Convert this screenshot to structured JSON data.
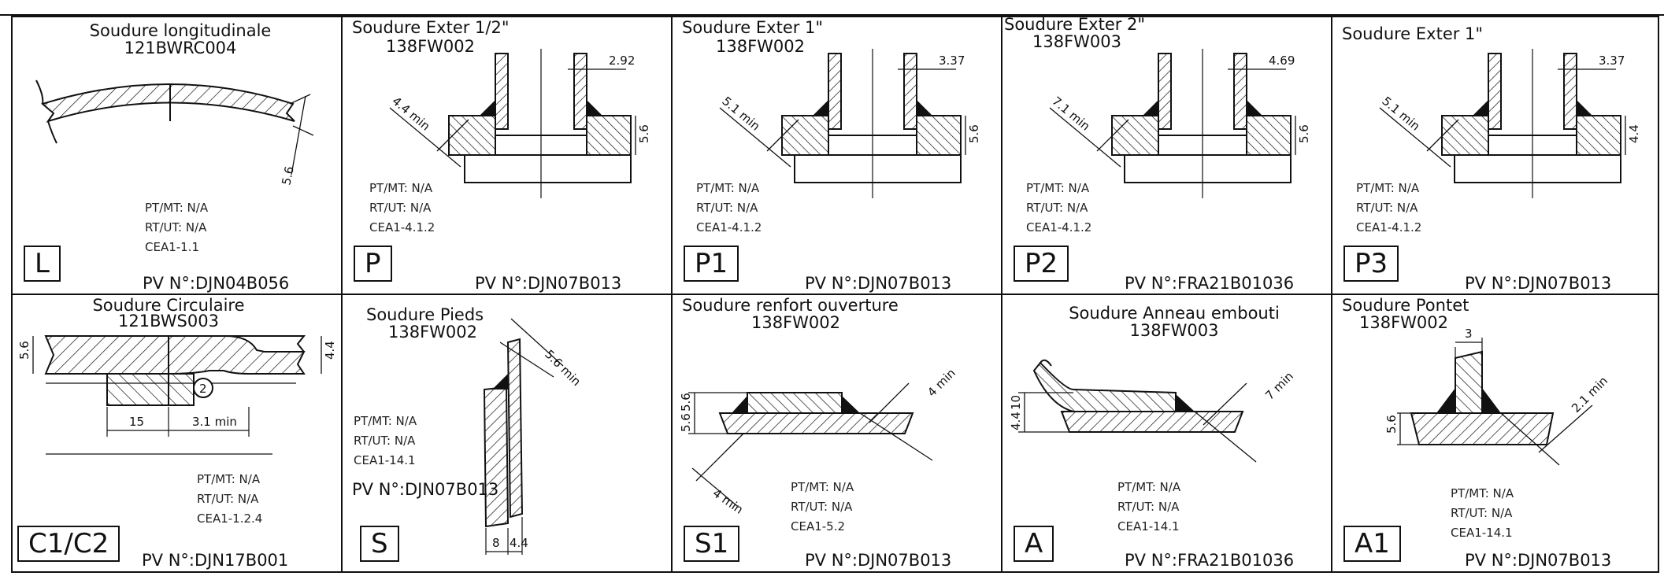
{
  "cells": [
    {
      "key": "L",
      "title": [
        "Soudure longitudinale",
        "121BWRC004"
      ],
      "inspection": [
        "PT/MT: N/A",
        "RT/UT: N/A",
        "CEA1-1.1"
      ],
      "code": "L",
      "pv": "PV N°:DJN04B056",
      "dims": [
        "5.6"
      ]
    },
    {
      "key": "P",
      "title": [
        "Soudure Exter 1/2\"",
        "138FW002"
      ],
      "inspection": [
        "PT/MT: N/A",
        "RT/UT: N/A",
        "CEA1-4.1.2"
      ],
      "code": "P",
      "pv": "PV N°:DJN07B013",
      "dims": [
        "2.92",
        "4.4 min",
        "5.6"
      ]
    },
    {
      "key": "P1",
      "title": [
        "Soudure Exter 1\"",
        "138FW002"
      ],
      "inspection": [
        "PT/MT: N/A",
        "RT/UT: N/A",
        "CEA1-4.1.2"
      ],
      "code": "P1",
      "pv": "PV N°:DJN07B013",
      "dims": [
        "3.37",
        "5.1 min",
        "5.6"
      ]
    },
    {
      "key": "P2",
      "title": [
        "Soudure Exter 2\"",
        "138FW003"
      ],
      "inspection": [
        "PT/MT: N/A",
        "RT/UT: N/A",
        "CEA1-4.1.2"
      ],
      "code": "P2",
      "pv": "PV N°:FRA21B01036",
      "dims": [
        "4.69",
        "7.1 min",
        "5.6"
      ]
    },
    {
      "key": "P3",
      "title": [
        "Soudure Exter 1\""
      ],
      "inspection": [
        "PT/MT: N/A",
        "RT/UT: N/A",
        "CEA1-4.1.2"
      ],
      "code": "P3",
      "pv": "PV N°:DJN07B013",
      "dims": [
        "3.37",
        "5.1 min",
        "4.4"
      ]
    },
    {
      "key": "C1C2",
      "title": [
        "Soudure Circulaire",
        "121BWS003"
      ],
      "inspection": [
        "PT/MT: N/A",
        "RT/UT: N/A",
        "CEA1-1.2.4"
      ],
      "code": "C1/C2",
      "pv": "PV N°:DJN17B001",
      "dims": [
        "5.6",
        "4.4",
        "15",
        "3.1 min",
        "2"
      ]
    },
    {
      "key": "S",
      "title": [
        "Soudure Pieds",
        "138FW002"
      ],
      "inspection": [
        "PT/MT: N/A",
        "RT/UT: N/A",
        "CEA1-14.1"
      ],
      "code": "S",
      "pv": "PV N°:DJN07B013",
      "dims": [
        "5.6 min",
        "8",
        "4.4"
      ]
    },
    {
      "key": "S1",
      "title": [
        "Soudure renfort ouverture",
        "138FW002"
      ],
      "inspection": [
        "PT/MT: N/A",
        "RT/UT: N/A",
        "CEA1-5.2"
      ],
      "code": "S1",
      "pv": "PV N°:DJN07B013",
      "dims": [
        "5.6",
        "5.6",
        "4 min",
        "4 min"
      ]
    },
    {
      "key": "A",
      "title": [
        "Soudure Anneau embouti",
        "138FW003"
      ],
      "inspection": [
        "PT/MT: N/A",
        "RT/UT: N/A",
        "CEA1-14.1"
      ],
      "code": "A",
      "pv": "PV N°:FRA21B01036",
      "dims": [
        "10",
        "4.4",
        "7 min"
      ]
    },
    {
      "key": "A1",
      "title": [
        "Soudure Pontet",
        "138FW002"
      ],
      "inspection": [
        "PT/MT: N/A",
        "RT/UT: N/A",
        "CEA1-14.1"
      ],
      "code": "A1",
      "pv": "PV N°:DJN07B013",
      "dims": [
        "3",
        "5.6",
        "2.1 min"
      ]
    }
  ]
}
